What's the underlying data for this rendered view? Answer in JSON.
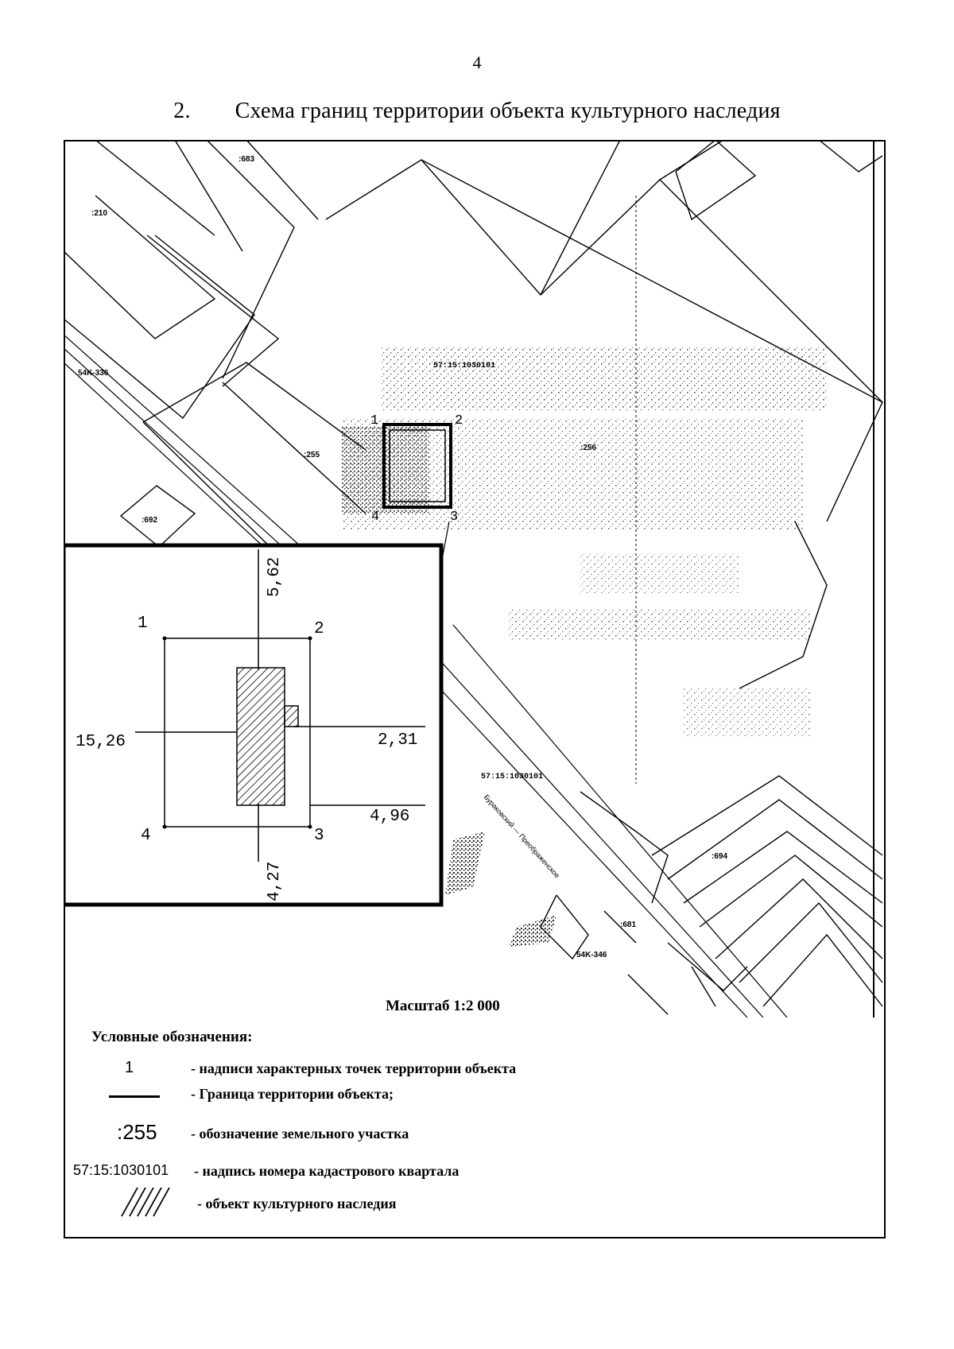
{
  "page": {
    "number": "4",
    "title_number": "2.",
    "title": "Схема границ территории объекта культурного наследия"
  },
  "map": {
    "parcels": {
      "p683": ":683",
      "p210": ":210",
      "p255": ":255",
      "p256": ":256",
      "p692": ":692",
      "p694": ":694",
      "p681": ":681"
    },
    "quarter_top": "57:15:1030101",
    "quarter_bottom": "57:15:1030101",
    "road_code_left": "54K-336",
    "road_code_right": "54K-346",
    "road_name": "Бураковский — Преображенское",
    "points": [
      "1",
      "2",
      "3",
      "4"
    ],
    "scale": "Масштаб 1:2 000"
  },
  "inset": {
    "points": [
      "1",
      "2",
      "3",
      "4"
    ],
    "dimensions": {
      "top": "5,62",
      "left": "15,26",
      "right_upper": "2,31",
      "right_lower": "4,96",
      "bottom": "4,27"
    }
  },
  "legend": {
    "title": "Условные обозначения:",
    "items": [
      {
        "symbol": "1",
        "text": "- надписи характерных точек территории объекта"
      },
      {
        "symbol": "line",
        "text": "- Граница территории объекта;"
      },
      {
        "symbol": ":255",
        "text": "- обозначение земельного участка"
      },
      {
        "symbol": "57:15:1030101",
        "text": "- надпись номера кадастрового квартала"
      },
      {
        "symbol": "hatch",
        "text": "- объект культурного наследия"
      }
    ]
  }
}
